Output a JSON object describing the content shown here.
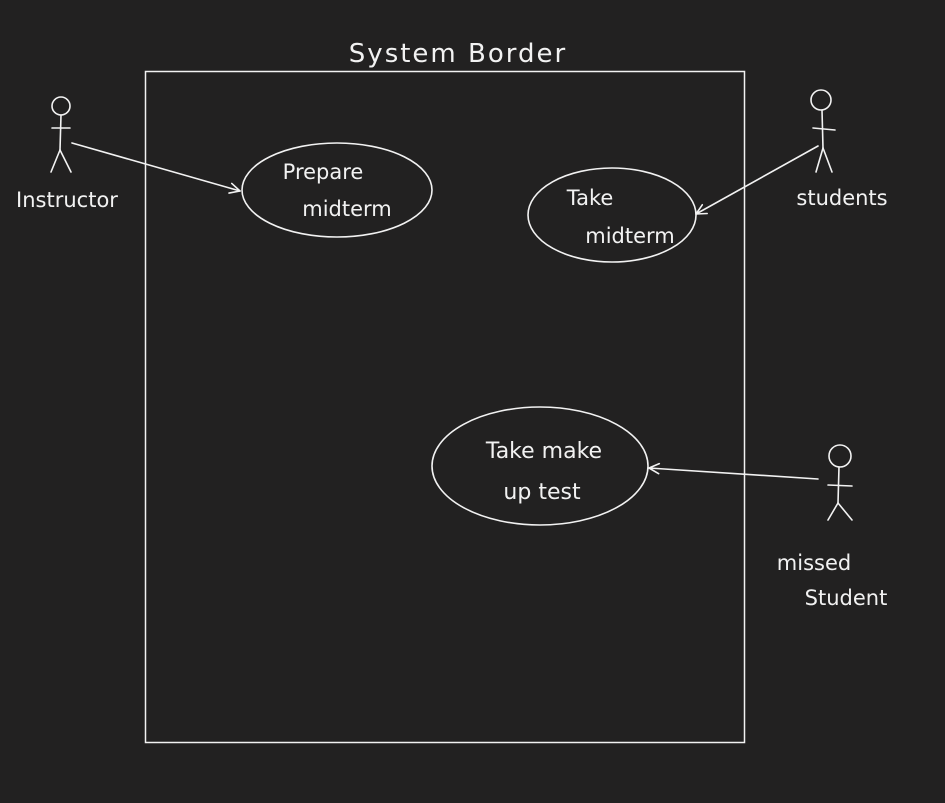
{
  "colors": {
    "background": "#222121",
    "ink": "#f2f2f2"
  },
  "system_boundary": {
    "label": "System Border"
  },
  "actors": {
    "instructor": {
      "label": "Instructor"
    },
    "students": {
      "label": "students"
    },
    "missed_student": {
      "line1": "missed",
      "line2": "Student"
    }
  },
  "use_cases": {
    "prepare_midterm": {
      "line1": "Prepare",
      "line2": "midterm"
    },
    "take_midterm": {
      "line1": "Take",
      "line2": "midterm"
    },
    "take_makeup_test": {
      "line1": "Take make",
      "line2": "up test"
    }
  }
}
